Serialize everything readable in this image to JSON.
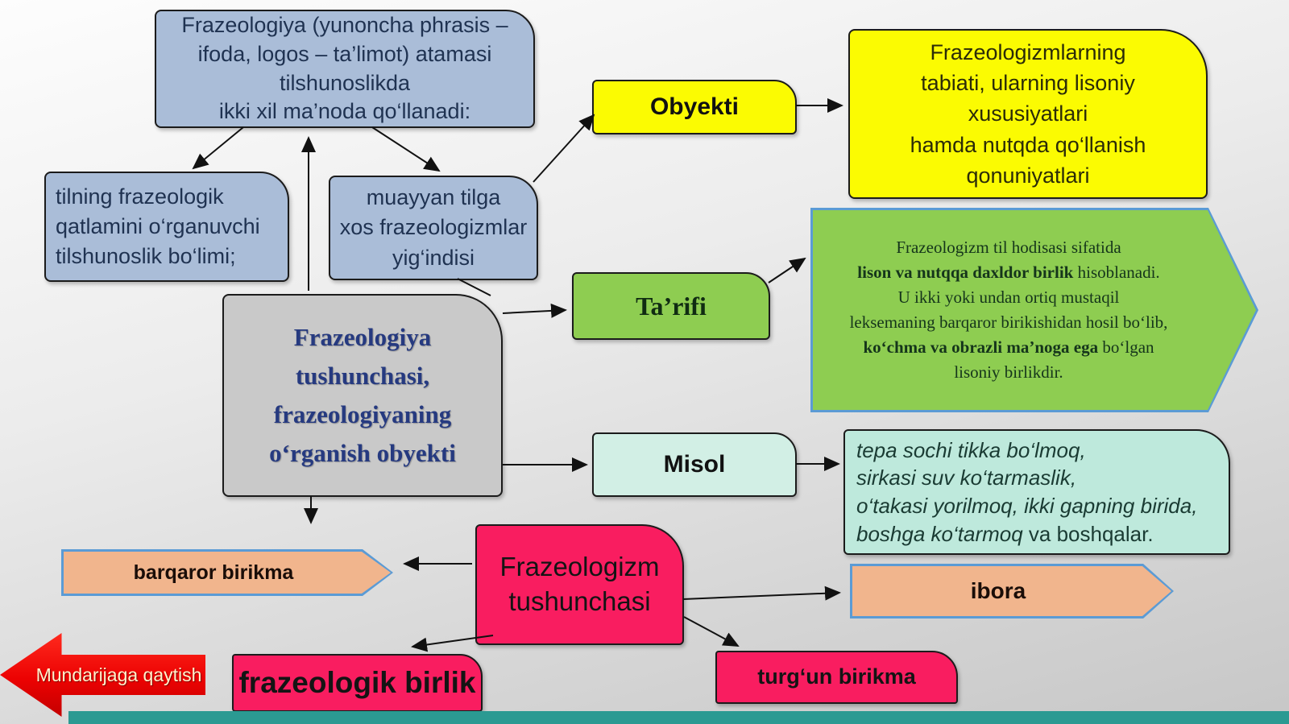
{
  "slide": {
    "top_box": "Frazeologiya (yunoncha phrasis –\nifoda, logos – ta’limot) atamasi\ntilshunoslikda\nikki xil ma’noda qo‘llanadi:",
    "left_box": "tilning frazeologik\nqatlamini o‘rganuvchi\ntilshunoslik bo‘limi;",
    "mid_box": "muayyan tilga\nxos frazeologizmlar\nyig‘indisi",
    "center_box": "Frazeologiya\ntushunchasi,\nfrazeologiyaning\no‘rganish obyekti",
    "obyekti_label": "Obyekti",
    "obyekti_detail": "Frazeologizmlarning\ntabiati, ularning lisoniy\nxususiyatlari\nhamda nutqda qo‘llanish\nqonuniyatlari",
    "tarifi_label": "Ta’rifi",
    "tarifi_detail": {
      "seg1": "Frazeologizm til hodisasi sifatida\n",
      "seg2_bold": "lison va nutqqa daxldor birlik",
      "seg3": " hisoblanadi.\nU ikki yoki undan ortiq mustaqil\nleksemaning barqaror birikishidan hosil bo‘lib,\n",
      "seg4_bold": "ko‘chma va obrazli ma’noga ega",
      "seg5": " bo‘lgan\nlisoniy birlikdir."
    },
    "misol_label": "Misol",
    "misol_examples_italic": "tepa sochi tikka bo‘lmoq,\nsirkasi suv ko‘tarmaslik,\no‘takasi yorilmoq, ikki gapning birida,\nboshga ko‘tarmoq ",
    "misol_examples_regular": "va boshqalar.",
    "pink_box": "Frazeologizm\ntushunchasi",
    "barqaror_arrow": "barqaror birikma",
    "ibora_arrow": "ibora",
    "frazeologik_box": "frazeologik birlik",
    "turgun_box": "turg‘un birikma",
    "back_button": "Mundarijaga qaytish"
  },
  "colors": {
    "blue_box_fill": "#aabdd8",
    "gray_hub_fill": "#c9c9c9",
    "hub_text": "#263a80",
    "yellow_fill": "#fbfb02",
    "green_fill": "#8ecd51",
    "pentagon_border": "#5b9bd5",
    "mint_fill": "#d2efe5",
    "examples_fill": "#bee9dc",
    "pink_fill": "#f91d60",
    "salmon_fill": "#f1b58d",
    "salmon_border": "#5b9bd5",
    "back_arrow_red": "#ec0202",
    "back_arrow_text": "#fff3cd",
    "bottom_bar_teal": "#2b9a92"
  }
}
